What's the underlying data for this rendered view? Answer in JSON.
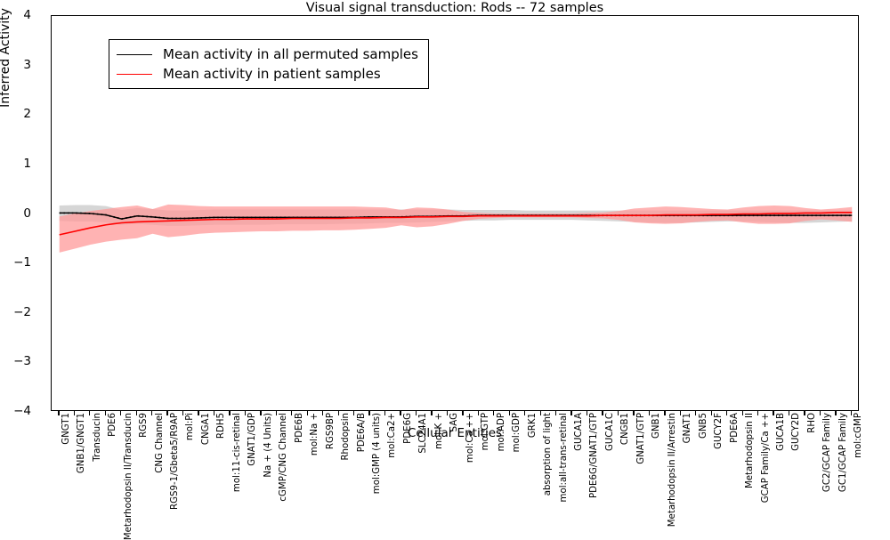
{
  "chart_data": {
    "type": "line",
    "title": "Visual signal transduction: Rods -- 72 samples",
    "xlabel": "Cellular Entities",
    "ylabel": "Inferred Activity",
    "ylim": [
      -4,
      4
    ],
    "yticks": [
      -4,
      -3,
      -2,
      -1,
      0,
      1,
      2,
      3,
      4
    ],
    "grid": false,
    "legend_position": "upper left",
    "legend": [
      {
        "name": "Mean activity in all permuted samples",
        "color": "#000000"
      },
      {
        "name": "Mean activity in patient samples",
        "color": "#ff0000"
      }
    ],
    "categories": [
      "GNGT1",
      "GNB1/GNGT1",
      "Transducin",
      "PDE6",
      "Metarhodopsin II/Transducin",
      "RGS9",
      "CNG Channel",
      "RGS9-1/Gbeta5/R9AP",
      "mol:Pi",
      "CNGA1",
      "RDH5",
      "mol:11-cis-retinal",
      "GNAT1/GDP",
      "Na + (4 Units)",
      "cGMP/CNG Channel",
      "PDE6B",
      "mol:Na +",
      "RGS9BP",
      "Rhodopsin",
      "PDE6A/B",
      "mol:GMP (4 units)",
      "mol:Ca2+",
      "PDE6G",
      "SLC24A1",
      "mol:K +",
      "SAG",
      "mol:Ca ++",
      "mol:GTP",
      "mol:ADP",
      "mol:GDP",
      "GRK1",
      "absorption of light",
      "mol:all-trans-retinal",
      "GUCA1A",
      "PDE6G/GNAT1/GTP",
      "GUCA1C",
      "CNGB1",
      "GNAT1/GTP",
      "GNB1",
      "Metarhodopsin II/Arrestin",
      "GNAT1",
      "GNB5",
      "GUCY2F",
      "PDE6A",
      "Metarhodopsin II",
      "GCAP Family/Ca ++",
      "GUCA1B",
      "GUCY2D",
      "RHO",
      "GC2/GCAP Family",
      "GC1/GCAP Family",
      "mol:cGMP"
    ],
    "series": [
      {
        "name": "Mean activity in all permuted samples",
        "color": "#000000",
        "values": [
          0.02,
          0.02,
          0.01,
          -0.02,
          -0.1,
          -0.04,
          -0.06,
          -0.09,
          -0.09,
          -0.08,
          -0.07,
          -0.07,
          -0.07,
          -0.07,
          -0.07,
          -0.07,
          -0.07,
          -0.07,
          -0.07,
          -0.07,
          -0.06,
          -0.06,
          -0.06,
          -0.05,
          -0.05,
          -0.04,
          -0.04,
          -0.03,
          -0.03,
          -0.03,
          -0.03,
          -0.03,
          -0.03,
          -0.03,
          -0.03,
          -0.03,
          -0.03,
          -0.03,
          -0.03,
          -0.03,
          -0.03,
          -0.03,
          -0.03,
          -0.03,
          -0.03,
          -0.03,
          -0.03,
          -0.03,
          -0.03,
          -0.03,
          -0.03,
          -0.03
        ],
        "band_lower": [
          -0.14,
          -0.15,
          -0.15,
          -0.17,
          -0.22,
          -0.2,
          -0.22,
          -0.24,
          -0.24,
          -0.23,
          -0.22,
          -0.22,
          -0.22,
          -0.22,
          -0.21,
          -0.21,
          -0.21,
          -0.21,
          -0.2,
          -0.2,
          -0.19,
          -0.18,
          -0.18,
          -0.17,
          -0.16,
          -0.15,
          -0.14,
          -0.13,
          -0.13,
          -0.12,
          -0.12,
          -0.12,
          -0.12,
          -0.12,
          -0.13,
          -0.14,
          -0.15,
          -0.16,
          -0.17,
          -0.18,
          -0.18,
          -0.17,
          -0.16,
          -0.15,
          -0.15,
          -0.16,
          -0.17,
          -0.18,
          -0.18,
          -0.17,
          -0.16,
          -0.15
        ],
        "band_upper": [
          0.17,
          0.18,
          0.18,
          0.16,
          0.08,
          0.12,
          0.1,
          0.07,
          0.07,
          0.08,
          0.09,
          0.09,
          0.09,
          0.09,
          0.09,
          0.09,
          0.09,
          0.09,
          0.09,
          0.09,
          0.09,
          0.09,
          0.09,
          0.09,
          0.09,
          0.09,
          0.08,
          0.08,
          0.08,
          0.08,
          0.07,
          0.07,
          0.07,
          0.07,
          0.07,
          0.07,
          0.07,
          0.07,
          0.07,
          0.07,
          0.07,
          0.07,
          0.07,
          0.07,
          0.07,
          0.07,
          0.07,
          0.07,
          0.07,
          0.07,
          0.07,
          0.07
        ]
      },
      {
        "name": "Mean activity in patient samples",
        "color": "#ff0000",
        "values": [
          -0.42,
          -0.35,
          -0.28,
          -0.22,
          -0.18,
          -0.16,
          -0.15,
          -0.14,
          -0.13,
          -0.12,
          -0.11,
          -0.11,
          -0.1,
          -0.1,
          -0.1,
          -0.09,
          -0.09,
          -0.09,
          -0.09,
          -0.08,
          -0.08,
          -0.07,
          -0.07,
          -0.06,
          -0.06,
          -0.05,
          -0.05,
          -0.04,
          -0.04,
          -0.04,
          -0.04,
          -0.04,
          -0.04,
          -0.04,
          -0.04,
          -0.03,
          -0.03,
          -0.03,
          -0.03,
          -0.02,
          -0.02,
          -0.02,
          -0.01,
          -0.01,
          0.0,
          0.0,
          0.01,
          0.01,
          0.02,
          0.02,
          0.03,
          0.03
        ],
        "band_lower": [
          -0.78,
          -0.7,
          -0.62,
          -0.56,
          -0.52,
          -0.49,
          -0.4,
          -0.47,
          -0.44,
          -0.4,
          -0.38,
          -0.37,
          -0.36,
          -0.35,
          -0.35,
          -0.34,
          -0.34,
          -0.33,
          -0.33,
          -0.32,
          -0.3,
          -0.28,
          -0.23,
          -0.27,
          -0.25,
          -0.2,
          -0.14,
          -0.1,
          -0.08,
          -0.07,
          -0.07,
          -0.07,
          -0.07,
          -0.07,
          -0.08,
          -0.09,
          -0.12,
          -0.17,
          -0.19,
          -0.2,
          -0.19,
          -0.16,
          -0.14,
          -0.13,
          -0.17,
          -0.2,
          -0.2,
          -0.19,
          -0.14,
          -0.11,
          -0.13,
          -0.16
        ],
        "band_upper": [
          -0.05,
          0.01,
          0.06,
          0.1,
          0.14,
          0.17,
          0.1,
          0.19,
          0.18,
          0.16,
          0.15,
          0.15,
          0.15,
          0.15,
          0.15,
          0.15,
          0.15,
          0.15,
          0.15,
          0.15,
          0.14,
          0.13,
          0.08,
          0.13,
          0.12,
          0.09,
          0.04,
          0.02,
          0.01,
          0.01,
          0.01,
          0.01,
          0.01,
          0.01,
          0.02,
          0.03,
          0.06,
          0.11,
          0.13,
          0.15,
          0.14,
          0.12,
          0.1,
          0.09,
          0.13,
          0.16,
          0.17,
          0.16,
          0.12,
          0.09,
          0.11,
          0.14
        ]
      }
    ],
    "band_colors": {
      "permuted": "#cccccc",
      "patient": "#ff9999"
    },
    "band_opacity": 0.55
  }
}
